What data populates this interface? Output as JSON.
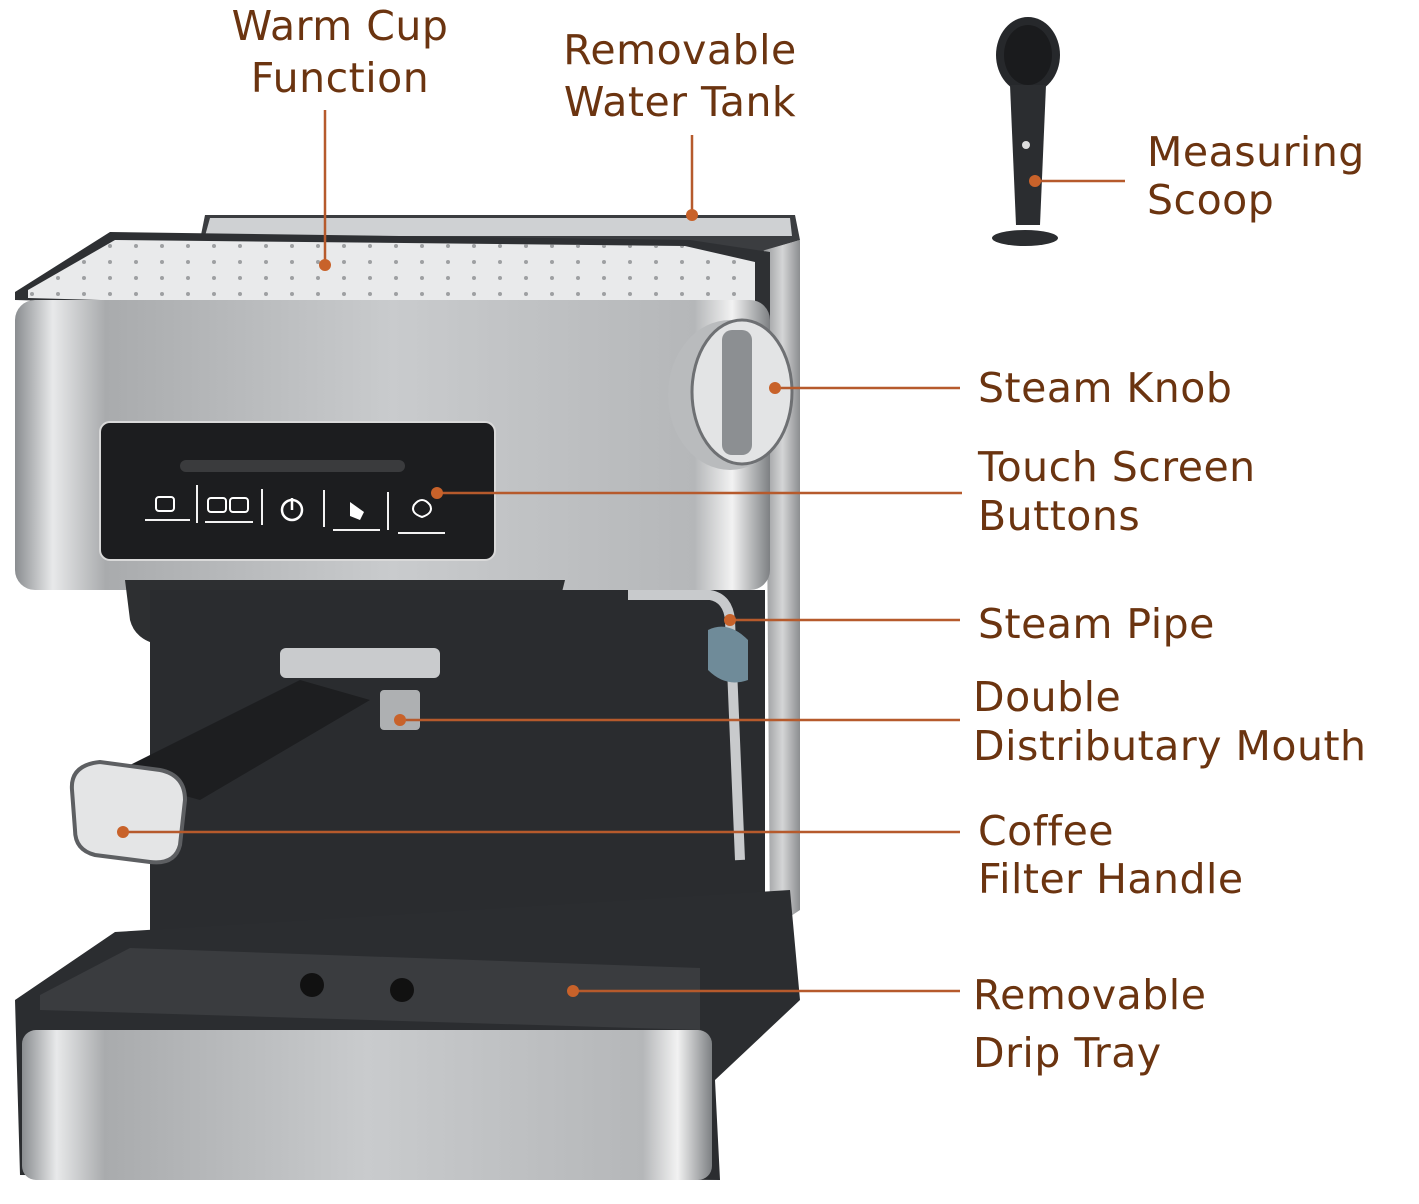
{
  "colors": {
    "label_text": "#6b3410",
    "leader_line": "#b65a2c",
    "leader_dot": "#c8622a"
  },
  "labels": {
    "warm_cup": [
      "Warm Cup",
      "Function"
    ],
    "water_tank": [
      "Removable",
      "Water Tank"
    ],
    "scoop": [
      "Measuring",
      "Scoop"
    ],
    "steam_knob": [
      "Steam Knob"
    ],
    "touch_screen": [
      "Touch Screen",
      "Buttons"
    ],
    "steam_pipe": [
      "Steam Pipe"
    ],
    "double_mouth": [
      "Double",
      "Distributary Mouth"
    ],
    "filter_handle": [
      "Coffee",
      "Filter Handle"
    ],
    "drip_tray": [
      "Removable",
      "Drip Tray"
    ]
  },
  "panel_icons": [
    "single-cup-icon",
    "double-cup-icon",
    "power-icon",
    "touch-icon",
    "steam-icon"
  ]
}
